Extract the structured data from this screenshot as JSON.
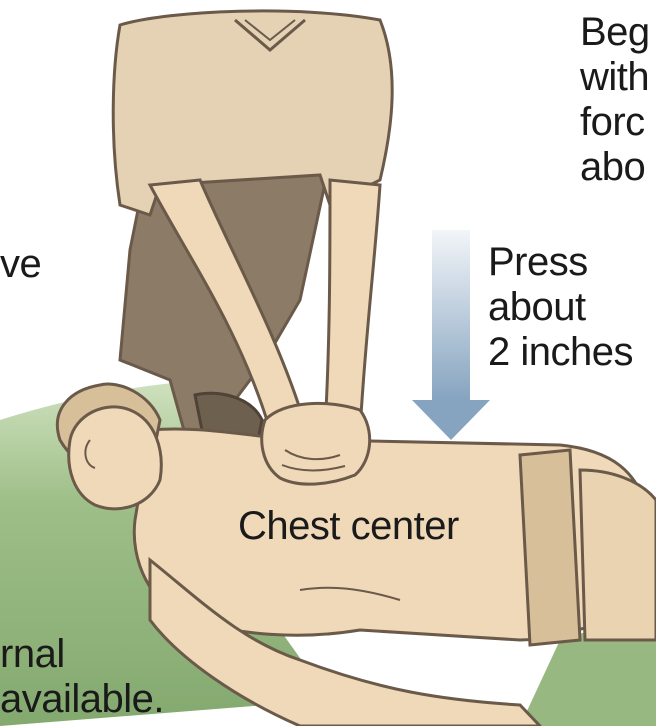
{
  "labels": {
    "top_right": [
      "Beg",
      "with",
      "forc",
      "abo"
    ],
    "left_fragment": "ve",
    "press": [
      "Press",
      "about",
      "2 inches"
    ],
    "chest": "Chest center",
    "bottom_left": [
      "rnal",
      "available."
    ]
  },
  "colors": {
    "skin": "#efd9b8",
    "skin_shadow": "#d7bf99",
    "shirt": "#e5d2b4",
    "pants": "#8c7b66",
    "pants_dark": "#6e604e",
    "ground": "#7ea663",
    "outline": "#6b5a4a",
    "arrow_top": "#eef2f6",
    "arrow_bottom": "#86a4c0",
    "text": "#1a1a1a"
  }
}
